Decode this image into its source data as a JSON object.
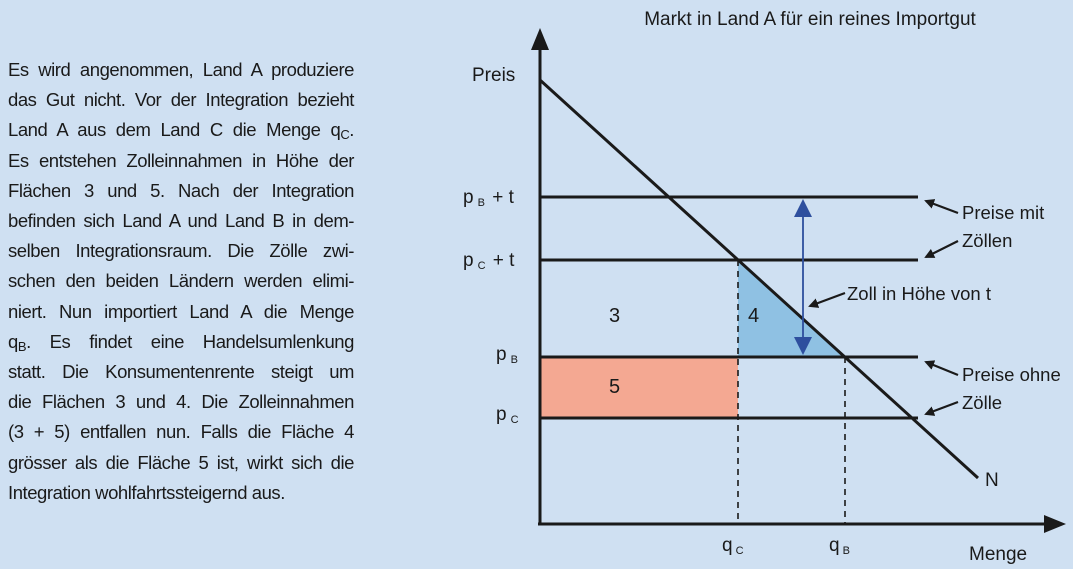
{
  "explanation": {
    "l1": "Es wird angenommen, Land A produziere",
    "l2": "das Gut nicht. Vor der Integration bezieht",
    "l3a": "Land A aus dem Land C die Menge q",
    "l3sub": "C",
    "l3b": ".",
    "l4": "Es entstehen Zolleinnahmen in Höhe der",
    "l5": "Flächen 3 und 5. Nach der Integration",
    "l6": "befinden sich Land A und Land B in dem-",
    "l7": "selben Integrationsraum. Die Zölle zwi-",
    "l8": "schen den beiden Ländern werden elimi-",
    "l9": "niert. Nun importiert Land A die Menge",
    "l10a": "q",
    "l10sub": "B",
    "l10b": ". Es findet eine Handelsumlenkung",
    "l11": "statt. Die Konsumentenrente steigt um",
    "l12": "die Flächen 3 und 4. Die Zolleinnahmen",
    "l13": "(3 + 5) entfallen nun. Falls die Fläche 4",
    "l14": "grösser als die Fläche 5 ist, wirkt sich die",
    "l15": "Integration wohlfahrtssteigernd aus."
  },
  "diagram": {
    "title": "Markt in Land A für ein reines Importgut",
    "y_axis_label": "Preis",
    "x_axis_label": "Menge",
    "price_labels": {
      "pb_t_main": "p",
      "pb_t_sub": "B",
      "pb_t_suffix": " + t",
      "pc_t_main": "p",
      "pc_t_sub": "C",
      "pc_t_suffix": " + t",
      "pb_main": "p",
      "pb_sub": "B",
      "pc_main": "p",
      "pc_sub": "C"
    },
    "quantity_labels": {
      "qc_main": "q",
      "qc_sub": "C",
      "qb_main": "q",
      "qb_sub": "B"
    },
    "areas": {
      "area3": "3",
      "area4": "4",
      "area5": "5"
    },
    "annotations": {
      "with_tariff_1": "Preise mit",
      "with_tariff_2": "Zöllen",
      "tariff": "Zoll in Höhe von t",
      "without_tariff_1": "Preise ohne",
      "without_tariff_2": "Zölle",
      "demand": "N"
    },
    "colors": {
      "background": "#cfe0f2",
      "area4_fill": "#8fc1e3",
      "area5_fill": "#f4a892",
      "tariff_arrow": "#2e4f9e",
      "lines": "#1a1a1a"
    }
  }
}
